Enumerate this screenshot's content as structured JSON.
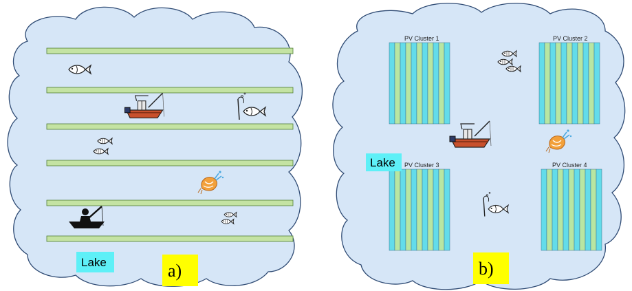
{
  "panel_a": {
    "label": "a)",
    "lake_label": "Lake",
    "colors": {
      "lake_fill": "#d6e6f7",
      "lake_edge": "#2f4b74",
      "pv_row": "#c4e3a3",
      "pv_row_edge": "#4f7d32",
      "label_bg": "#ffff00",
      "lake_label_bg": "#5ef0f7"
    },
    "icons": [
      "fish-icon",
      "fishing-boat-icon",
      "fishing-rod-fish-icon",
      "fish-pair-icon",
      "shrimp-icon",
      "rowboat-fisherman-icon",
      "fish-school-icon"
    ]
  },
  "panel_b": {
    "label": "b)",
    "lake_label": "Lake",
    "clusters": [
      {
        "title": "PV Cluster 1"
      },
      {
        "title": "PV Cluster 2"
      },
      {
        "title": "PV Cluster 3"
      },
      {
        "title": "PV Cluster 4"
      }
    ],
    "colors": {
      "stripe_a": "#63dcea",
      "stripe_b": "#b8e6a2",
      "stripe_edge": "#3a6e8a"
    },
    "icons": [
      "fish-school-icon",
      "fishing-boat-icon",
      "shrimp-icon",
      "fishing-rod-fish-icon"
    ]
  }
}
